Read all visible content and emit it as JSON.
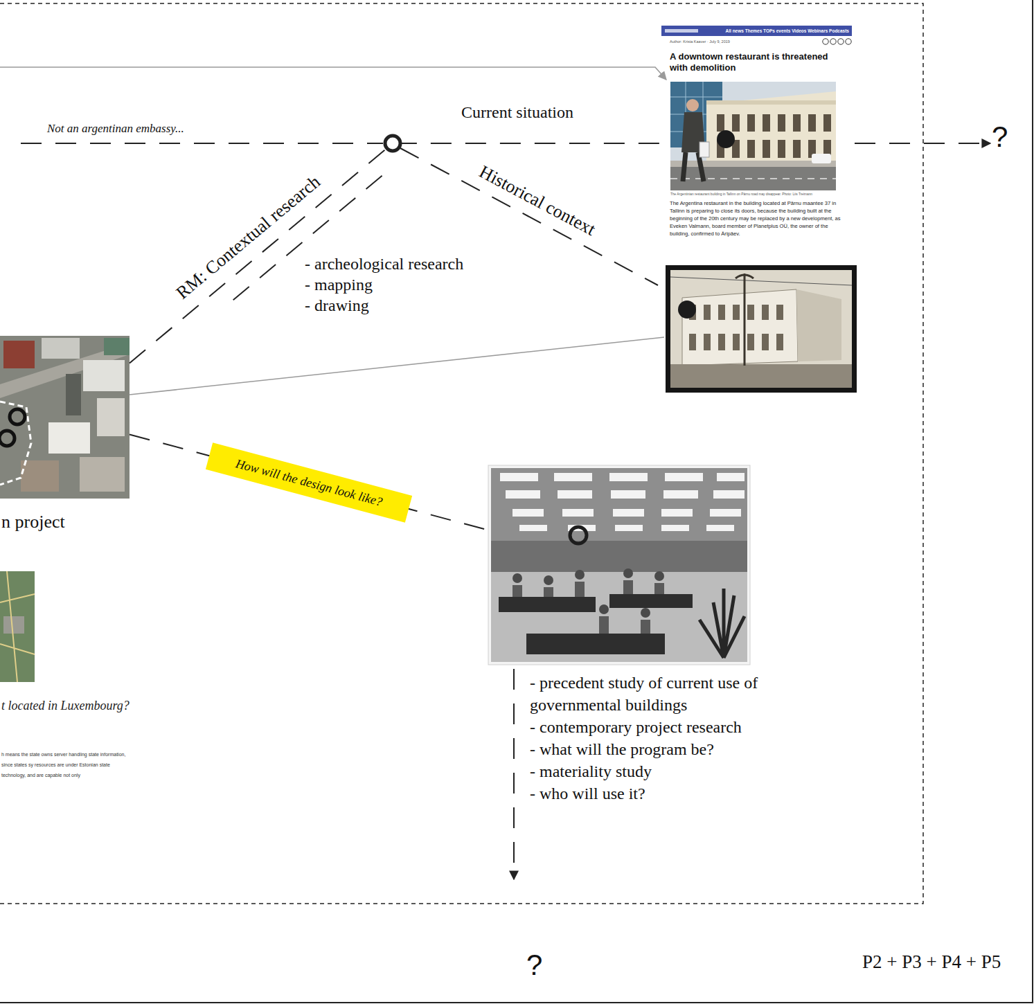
{
  "diagram": {
    "nodes": [
      {
        "text": [
          "All news Themes TOPs events Videos Webinars Podcasts",
          "Author: Krista Kaaver · July 9, 2019",
          "A downtown restaurant is threatened with demolition",
          "The Argentinian restaurant building in Tallinn on Pärnu road may disappear. Photo: Liis Treimann",
          "The Argentina restaurant in the building located at Pärnu maantee 37 in Tallinn is preparing to close its doors, because the building built at the beginning of the 20th century may be replaced by a new development, as Eveken Valmann, board member of Planetplus OÜ, the owner of the building, confirmed to Äripäev."
        ]
      },
      {
        "text": [
          "n project"
        ]
      },
      {
        "text": [
          "- precedent study of current use of governmental buildings",
          "- contemporary project research",
          "- what will the program be?",
          "- materiality study",
          "- who will use it?"
        ]
      }
    ],
    "edges": [
      {
        "from": 1,
        "to": 0,
        "arrow": "none"
      },
      {
        "from": 1,
        "to": 2,
        "label": "How will the design look like?",
        "arrow": "none"
      }
    ],
    "labels": [
      "Not an argentinan embassy...",
      "Current situation",
      "RM: Contextual research",
      "Historical context",
      "- archeological research",
      "- mapping",
      "- drawing",
      "?",
      "?",
      "P2 + P3 + P4 + P5",
      "t located in Luxembourg?",
      "h means the state owns server handling state information, since states sy resources are under Estonian state technology, and are capable not only"
    ]
  }
}
